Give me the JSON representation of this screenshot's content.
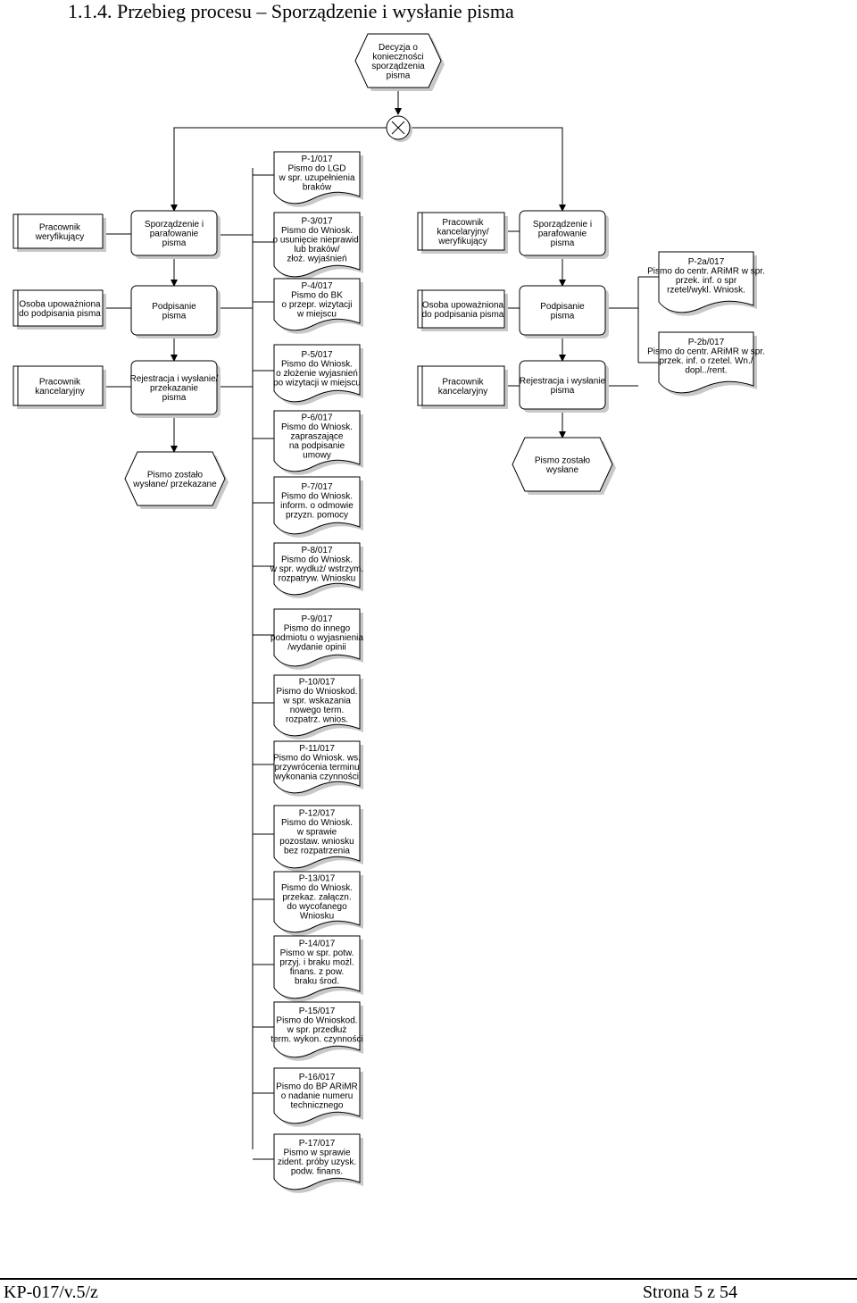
{
  "heading": "1.1.4.  Przebieg procesu – Sporządzenie i wysłanie pisma",
  "footer": {
    "left": "KP-017/v.5/z",
    "right": "Strona 5 z 54"
  },
  "nodes": {
    "decision_start": [
      "Decyzja o",
      "konieczności",
      "sporządzenia",
      "pisma"
    ],
    "l_role_1": [
      "Pracownik",
      "weryfikujący"
    ],
    "l_role_2": [
      "Osoba upoważniona",
      "do podpisania pisma"
    ],
    "l_role_3": [
      "Pracownik",
      "kancelaryjny"
    ],
    "l_fn_1": [
      "Sporządzenie i",
      "parafowanie",
      "pisma"
    ],
    "l_fn_2": [
      "Podpisanie",
      "pisma"
    ],
    "l_fn_3": [
      "Rejestracja i wysłanie/",
      "przekazanie",
      "pisma"
    ],
    "l_event": [
      "Pismo zostało",
      "wysłane/ przekazane"
    ],
    "r_role_1": [
      "Pracownik",
      "kancelaryjny/",
      "weryfikujący"
    ],
    "r_role_2": [
      "Osoba upoważniona",
      "do podpisania pisma"
    ],
    "r_role_3": [
      "Pracownik",
      "kancelaryjny"
    ],
    "r_fn_1": [
      "Sporządzenie i",
      "parafowanie",
      "pisma"
    ],
    "r_fn_2": [
      "Podpisanie",
      "pisma"
    ],
    "r_fn_3": [
      "Rejestracja i wysłanie",
      "pisma"
    ],
    "r_event": [
      "Pismo zostało",
      "wysłane"
    ],
    "doc_p1": [
      "P-1/017",
      "Pismo do LGD",
      "w spr. uzupełnienia",
      "braków"
    ],
    "doc_p2a": [
      "P-2a/017",
      "Pismo do centr. ARiMR w spr.",
      "przek. inf. o spr",
      "rzetel/wykl. Wniosk."
    ],
    "doc_p2b": [
      "P-2b/017",
      "Pismo do centr. ARiMR w spr.",
      "przek. inf. o rzetel. Wn./",
      "dopl../rent."
    ],
    "doc_p3": [
      "P-3/017",
      "Pismo do Wniosk.",
      "o usunięcie nieprawid.",
      "lub braków/",
      "złoż. wyjaśnień"
    ],
    "doc_p4": [
      "P-4/017",
      "Pismo do BK",
      "o przepr. wizytacji",
      "w miejscu"
    ],
    "doc_p5": [
      "P-5/017",
      "Pismo do Wniosk.",
      "o złożenie wyjasnień",
      "po wizytacji w miejscu"
    ],
    "doc_p6": [
      "P-6/017",
      "Pismo do Wniosk.",
      "zapraszające",
      "na podpisanie",
      "umowy"
    ],
    "doc_p7": [
      "P-7/017",
      "Pismo do Wniosk.",
      "inform. o odmowie",
      "przyzn. pomocy"
    ],
    "doc_p8": [
      "P-8/017",
      "Pismo do Wniosk.",
      "w spr. wydłuż/ wstrzym.",
      "rozpatryw. Wniosku"
    ],
    "doc_p9": [
      "P-9/017",
      "Pismo do innego",
      "podmiotu o wyjasnienia",
      "/wydanie opinii"
    ],
    "doc_p10": [
      "P-10/017",
      "Pismo do Wnioskod.",
      "w spr. wskazania",
      "nowego term.",
      "rozpatrz. wnios."
    ],
    "doc_p11": [
      "P-11/017",
      "Pismo do Wniosk. ws.",
      "przywrócenia terminu",
      "wykonania czynności"
    ],
    "doc_p12": [
      "P-12/017",
      "Pismo do Wniosk.",
      "w sprawie",
      "pozostaw. wniosku",
      "bez rozpatrzenia"
    ],
    "doc_p13": [
      "P-13/017",
      "Pismo do Wniosk.",
      "przekaz. załączn.",
      "do wycofanego",
      "Wniosku"
    ],
    "doc_p14": [
      "P-14/017",
      "Pismo w spr. potw.",
      "przyj. i braku możl.",
      "finans. z pow.",
      "braku środ."
    ],
    "doc_p15": [
      "P-15/017",
      "Pismo do Wnioskod.",
      "w spr. przedłuż",
      "term. wykon. czynności"
    ],
    "doc_p16": [
      "P-16/017",
      "Pismo do BP ARiMR",
      "o nadanie numeru",
      "technicznego"
    ],
    "doc_p17": [
      "P-17/017",
      "Pismo w sprawie",
      "zident. próby uzysk.",
      "podw. finans."
    ]
  }
}
